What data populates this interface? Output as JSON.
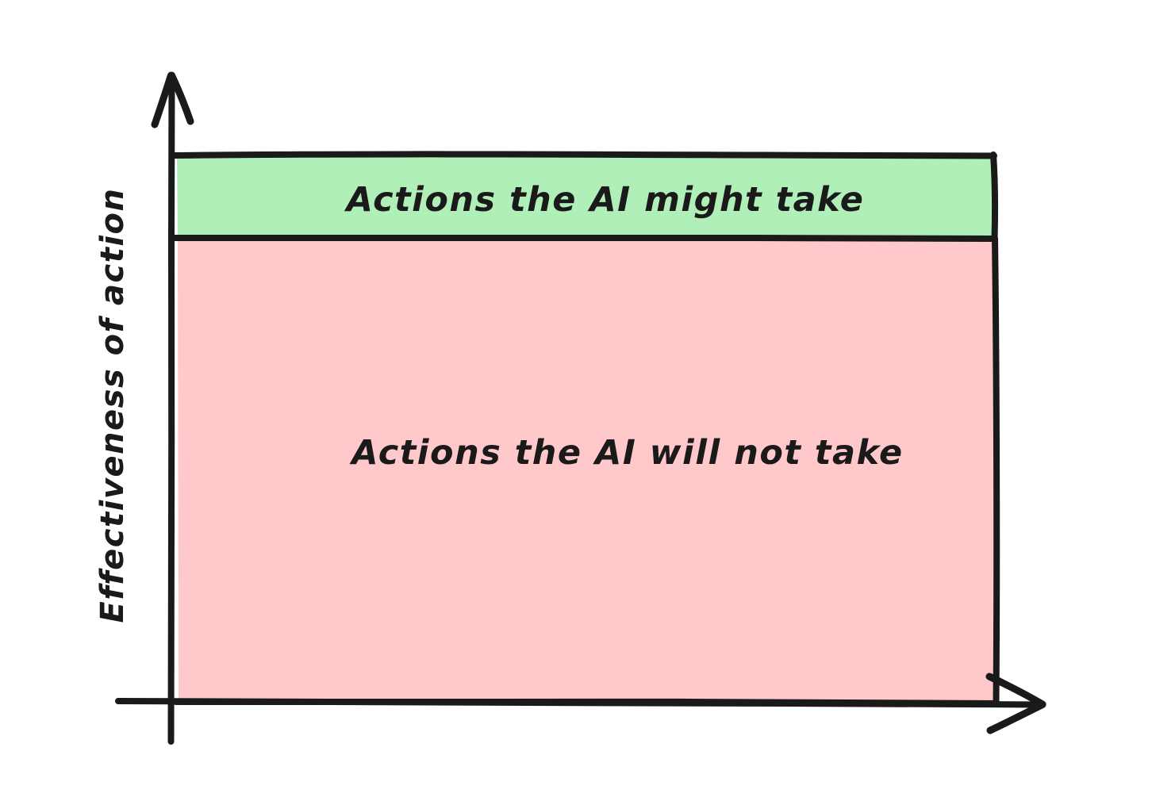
{
  "diagram": {
    "type": "conceptual-band-chart",
    "background_color": "#ffffff",
    "stroke_color": "#1a1a1a",
    "axes": {
      "y_axis": {
        "label": "Effectiveness of action",
        "orientation": "vertical",
        "has_arrowhead": true,
        "direction": "up"
      },
      "x_axis": {
        "label": "",
        "orientation": "horizontal",
        "has_arrowhead": true,
        "direction": "right"
      }
    },
    "bands": [
      {
        "id": "might-take",
        "label": "Actions the AI might take",
        "fill_color": "#b0efb8",
        "position": "top",
        "relative_height": "0.15"
      },
      {
        "id": "will-not-take",
        "label": "Actions the AI will not take",
        "fill_color": "#ffc8cb",
        "position": "bottom",
        "relative_height": "0.85"
      }
    ]
  },
  "chart_data": {
    "type": "bar",
    "title": "",
    "xlabel": "",
    "ylabel": "Effectiveness of action",
    "categories": [
      "Actions the AI might take",
      "Actions the AI will not take"
    ],
    "values": [
      15,
      85
    ],
    "colors": [
      "#b0efb8",
      "#ffc8cb"
    ],
    "ylim": [
      0,
      100
    ],
    "grid": false,
    "legend": "none",
    "annotations": [
      "Actions the AI might take",
      "Actions the AI will not take"
    ]
  }
}
